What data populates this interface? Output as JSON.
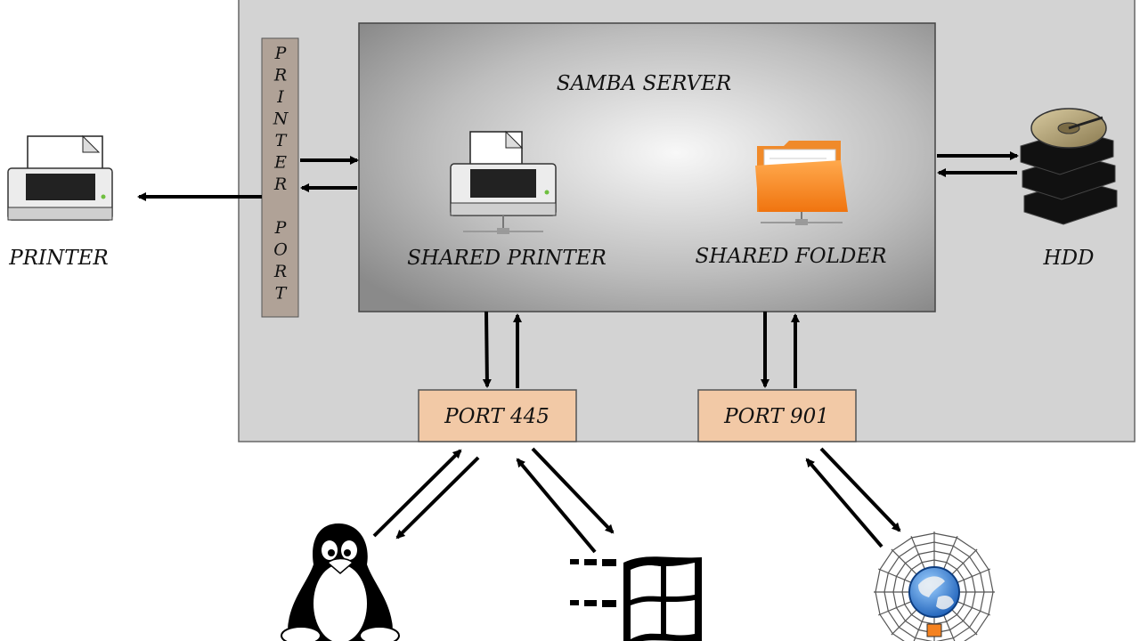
{
  "server": {
    "title": "SAMBA SERVER"
  },
  "printer_port": {
    "letters": [
      "P",
      "R",
      "I",
      "N",
      "T",
      "E",
      "R",
      "",
      "P",
      "O",
      "R",
      "T"
    ]
  },
  "shared_printer": {
    "label": "SHARED PRINTER",
    "icon": "printer-icon"
  },
  "shared_folder": {
    "label": "SHARED FOLDER",
    "icon": "folder-icon"
  },
  "external_printer": {
    "label": "PRINTER",
    "icon": "printer-icon"
  },
  "hdd": {
    "label": "HDD",
    "icon": "hard-disk-icon"
  },
  "ports": [
    {
      "label": "PORT 445"
    },
    {
      "label": "PORT 901"
    }
  ],
  "clients": [
    {
      "icon": "linux-penguin-icon"
    },
    {
      "icon": "windows-logo-icon"
    },
    {
      "icon": "web-globe-icon"
    }
  ],
  "colors": {
    "outer_box": "#d3d3d3",
    "inner_box_center": "#f7f7f7",
    "inner_box_edge": "#8d8d8d",
    "port_fill": "#f2c9a6",
    "printer_port_fill": "#b0a297",
    "folder_orange": "#f58220"
  }
}
